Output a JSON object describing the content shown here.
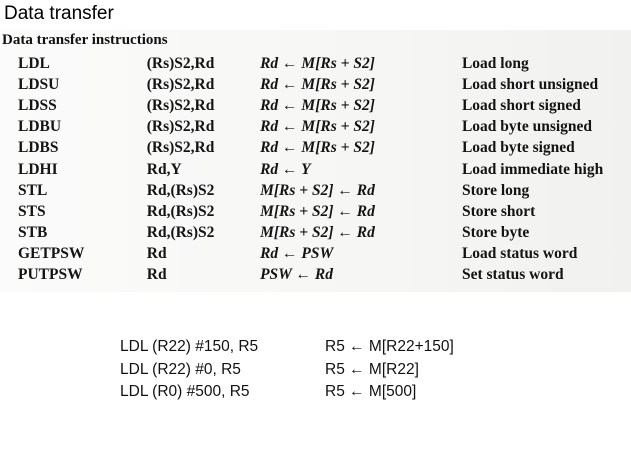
{
  "slide_title": "Data transfer",
  "table_heading": "Data transfer instructions",
  "instructions": [
    {
      "mnemonic": "LDL",
      "operands": "(Rs)S2,Rd",
      "rtl": "Rd ← M[Rs + S2]",
      "description": "Load long"
    },
    {
      "mnemonic": "LDSU",
      "operands": "(Rs)S2,Rd",
      "rtl": "Rd ← M[Rs + S2]",
      "description": "Load short unsigned"
    },
    {
      "mnemonic": "LDSS",
      "operands": "(Rs)S2,Rd",
      "rtl": "Rd ← M[Rs + S2]",
      "description": "Load short signed"
    },
    {
      "mnemonic": "LDBU",
      "operands": "(Rs)S2,Rd",
      "rtl": "Rd ← M[Rs + S2]",
      "description": "Load byte unsigned"
    },
    {
      "mnemonic": "LDBS",
      "operands": "(Rs)S2,Rd",
      "rtl": "Rd ← M[Rs + S2]",
      "description": "Load byte signed"
    },
    {
      "mnemonic": "LDHI",
      "operands": "Rd,Y",
      "rtl": "Rd ← Y",
      "description": "Load immediate high"
    },
    {
      "mnemonic": "STL",
      "operands": "Rd,(Rs)S2",
      "rtl": "M[Rs + S2] ← Rd",
      "description": "Store long"
    },
    {
      "mnemonic": "STS",
      "operands": "Rd,(Rs)S2",
      "rtl": "M[Rs + S2] ← Rd",
      "description": "Store short"
    },
    {
      "mnemonic": "STB",
      "operands": "Rd,(Rs)S2",
      "rtl": "M[Rs + S2] ← Rd",
      "description": "Store byte"
    },
    {
      "mnemonic": "GETPSW",
      "operands": "Rd",
      "rtl": "Rd ← PSW",
      "description": "Load status word"
    },
    {
      "mnemonic": "PUTPSW",
      "operands": "Rd",
      "rtl": "PSW ← Rd",
      "description": "Set status word"
    }
  ],
  "examples": [
    {
      "code": "LDL (R22) #150, R5",
      "effect": "R5 ← M[R22+150]"
    },
    {
      "code": "LDL (R22) #0, R5",
      "effect": "R5 ← M[R22]"
    },
    {
      "code": "LDL (R0) #500, R5",
      "effect": "R5 ← M[500]"
    }
  ]
}
